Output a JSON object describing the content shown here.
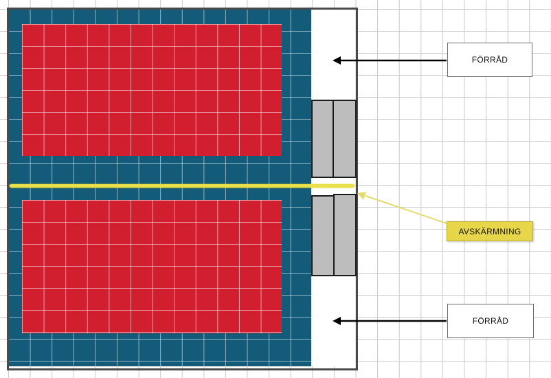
{
  "labels": {
    "storage_top": "FÖRRÅD",
    "storage_bottom": "FÖRRÅD",
    "screening": "AVSKÄRMNING"
  },
  "colors": {
    "court_surround": "#135b78",
    "court_half": "#d21f30",
    "door": "#bdbdbd",
    "divider": "#eae04a",
    "label_yellow": "#e7d54a"
  }
}
